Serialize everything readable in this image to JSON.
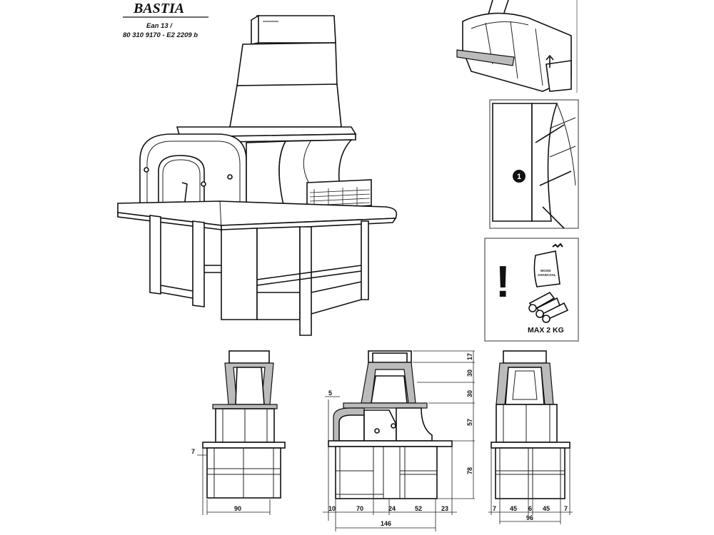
{
  "header": {
    "title": "BASTIA",
    "ean_label": "Ean 13  /",
    "code": "80 310 9170 - E2 2209 b"
  },
  "inset_warning": {
    "exclamation": "!",
    "bag_label_1": "WOOD",
    "bag_label_2": "CHARCOAL",
    "max_load": "MAX 2 KG"
  },
  "inset_step": {
    "step_number": "1"
  },
  "side_view_left": {
    "dim_overhang": "7",
    "dim_width": "90"
  },
  "front_view": {
    "dim_top_offset": "5",
    "vertical_dims": [
      "17",
      "30",
      "30",
      "57",
      "78"
    ],
    "horizontal_dims": [
      "10",
      "70",
      "24",
      "52",
      "23"
    ],
    "total_width": "146"
  },
  "side_view_right": {
    "horizontal_dims": [
      "7",
      "45",
      "6",
      "45",
      "7"
    ],
    "total_width": "96"
  }
}
